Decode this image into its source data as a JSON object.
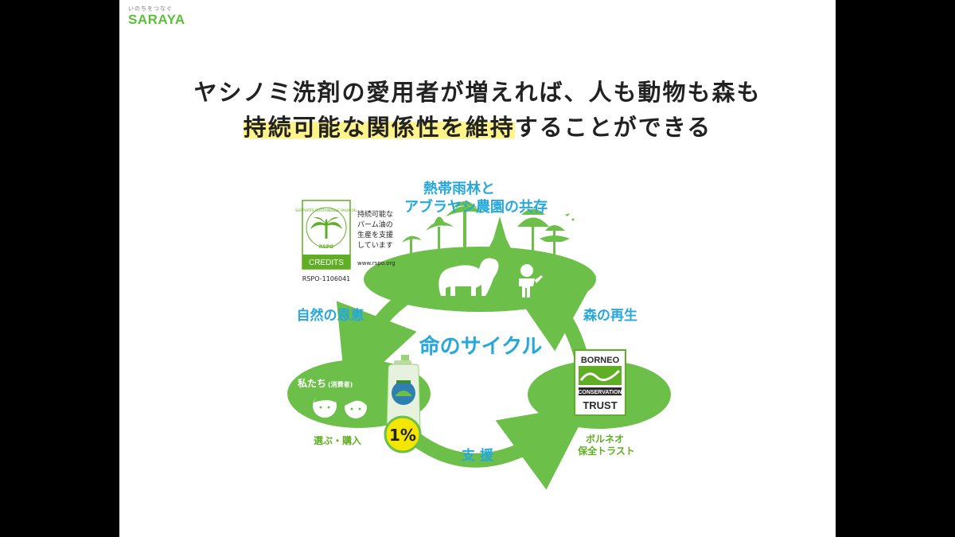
{
  "brand": {
    "tagline": "いのちをつなぐ",
    "name": "SARAYA"
  },
  "headline": {
    "line1": "ヤシノミ洗剤の愛用者が増えれば、人も動物も森も",
    "line2_highlight": "持続可能な関係性を維持",
    "line2_rest": "することができる"
  },
  "rspo": {
    "ring_text": "SUPPORTS SUSTAINABLE PALM OIL",
    "mark": "RSPO",
    "credits": "CREDITS",
    "desc_lines": [
      "持続可能な",
      "パーム油の",
      "生産を支援",
      "しています"
    ],
    "url": "www.rspo.org",
    "id": "RSPO-1106041"
  },
  "cycle": {
    "center": "命のサイクル",
    "top_title": [
      "熱帯雨林と",
      "アブラヤシ農園の共存"
    ],
    "left_arrow": "自然の恩恵",
    "right_arrow": "森の再生",
    "bottom_arrow": "支 援",
    "consumer": "私たち",
    "consumer_sub": "(消費者)",
    "choose_buy": "選ぶ・購入",
    "percent": "1%",
    "trust_name": [
      "ボルネオ",
      "保全トラスト"
    ],
    "bct_logo": [
      "BORNEO",
      "CONSERVATION",
      "TRUST"
    ]
  },
  "colors": {
    "green": "#6cc04a",
    "leaf": "#5fae24",
    "blue": "#27a8dc",
    "highlight": "#fff48a",
    "yellow": "#f5e600"
  }
}
